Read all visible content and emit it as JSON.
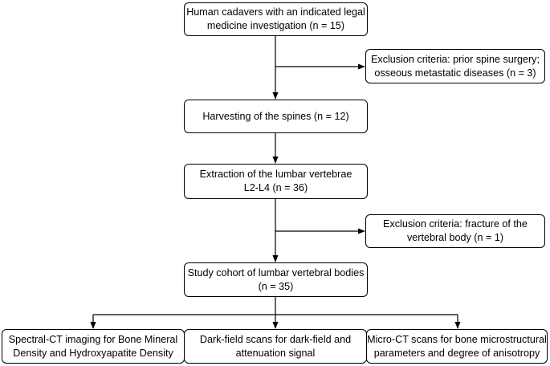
{
  "nodes": {
    "cadavers": {
      "lines": [
        "Human cadavers with an indicated legal",
        "medicine investigation (n = 15)"
      ]
    },
    "exclusion1": {
      "lines": [
        "Exclusion criteria: prior spine surgery;",
        "osseous metastatic diseases (n = 3)"
      ]
    },
    "harvest": {
      "lines": [
        "Harvesting of the spines (n = 12)"
      ]
    },
    "extraction": {
      "lines": [
        "Extraction of the lumbar vertebrae",
        "L2-L4 (n = 36)"
      ]
    },
    "exclusion2": {
      "lines": [
        "Exclusion criteria: fracture of the",
        "vertebral body (n = 1)"
      ]
    },
    "cohort": {
      "lines": [
        "Study cohort of lumbar vertebral bodies",
        "(n = 35)"
      ]
    },
    "spectral": {
      "lines": [
        "Spectral-CT imaging for Bone Mineral",
        "Density and Hydroxyapatite Density"
      ]
    },
    "darkfield": {
      "lines": [
        "Dark-field scans for dark-field and",
        "attenuation signal"
      ]
    },
    "microct": {
      "lines": [
        "Micro-CT scans for bone microstructural",
        "parameters and degree of anisotropy"
      ]
    }
  },
  "edges": [
    {
      "from": "cadavers",
      "to": "harvest"
    },
    {
      "from": "cadavers",
      "to": "exclusion1"
    },
    {
      "from": "harvest",
      "to": "extraction"
    },
    {
      "from": "extraction",
      "to": "cohort"
    },
    {
      "from": "extraction",
      "to": "exclusion2"
    },
    {
      "from": "cohort",
      "to": "spectral"
    },
    {
      "from": "cohort",
      "to": "darkfield"
    },
    {
      "from": "cohort",
      "to": "microct"
    }
  ],
  "colors": {
    "line": "#000000",
    "box_border": "#000000",
    "background": "#ffffff"
  }
}
